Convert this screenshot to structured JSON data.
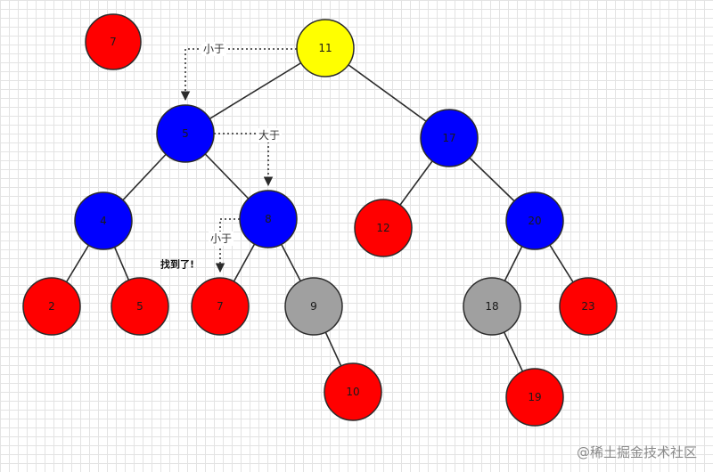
{
  "search_key": "7",
  "nodes": [
    {
      "id": "root",
      "label": "11",
      "color": "#ffff00"
    },
    {
      "id": "n5",
      "label": "5",
      "color": "#0000ff"
    },
    {
      "id": "n17",
      "label": "17",
      "color": "#0000ff"
    },
    {
      "id": "n4",
      "label": "4",
      "color": "#0000ff"
    },
    {
      "id": "n8",
      "label": "8",
      "color": "#0000ff"
    },
    {
      "id": "n12",
      "label": "12",
      "color": "#ff0000"
    },
    {
      "id": "n20",
      "label": "20",
      "color": "#0000ff"
    },
    {
      "id": "n2",
      "label": "2",
      "color": "#ff0000"
    },
    {
      "id": "n5b",
      "label": "5",
      "color": "#ff0000"
    },
    {
      "id": "n7",
      "label": "7",
      "color": "#ff0000"
    },
    {
      "id": "n9",
      "label": "9",
      "color": "#a0a0a0"
    },
    {
      "id": "n18",
      "label": "18",
      "color": "#a0a0a0"
    },
    {
      "id": "n23",
      "label": "23",
      "color": "#ff0000"
    },
    {
      "id": "n10",
      "label": "10",
      "color": "#ff0000"
    },
    {
      "id": "n19",
      "label": "19",
      "color": "#ff0000"
    }
  ],
  "edges": [
    [
      "root",
      "n5"
    ],
    [
      "root",
      "n17"
    ],
    [
      "n5",
      "n4"
    ],
    [
      "n5",
      "n8"
    ],
    [
      "n17",
      "n12"
    ],
    [
      "n17",
      "n20"
    ],
    [
      "n4",
      "n2"
    ],
    [
      "n4",
      "n5b"
    ],
    [
      "n8",
      "n7"
    ],
    [
      "n8",
      "n9"
    ],
    [
      "n20",
      "n18"
    ],
    [
      "n20",
      "n23"
    ],
    [
      "n9",
      "n10"
    ],
    [
      "n18",
      "n19"
    ]
  ],
  "search_steps": [
    {
      "from": "root",
      "to": "n5",
      "label": "小于"
    },
    {
      "from": "n5",
      "to": "n8",
      "label": "大于"
    },
    {
      "from": "n8",
      "to": "n7",
      "label": "小于"
    }
  ],
  "found_label": "找到了!",
  "watermark": "@稀土掘金技术社区",
  "colors": {
    "outline": "#2b2b2b",
    "key": "#ff0000",
    "root": "#ffff00",
    "blue": "#0000ff",
    "red": "#ff0000",
    "gray": "#a0a0a0"
  }
}
